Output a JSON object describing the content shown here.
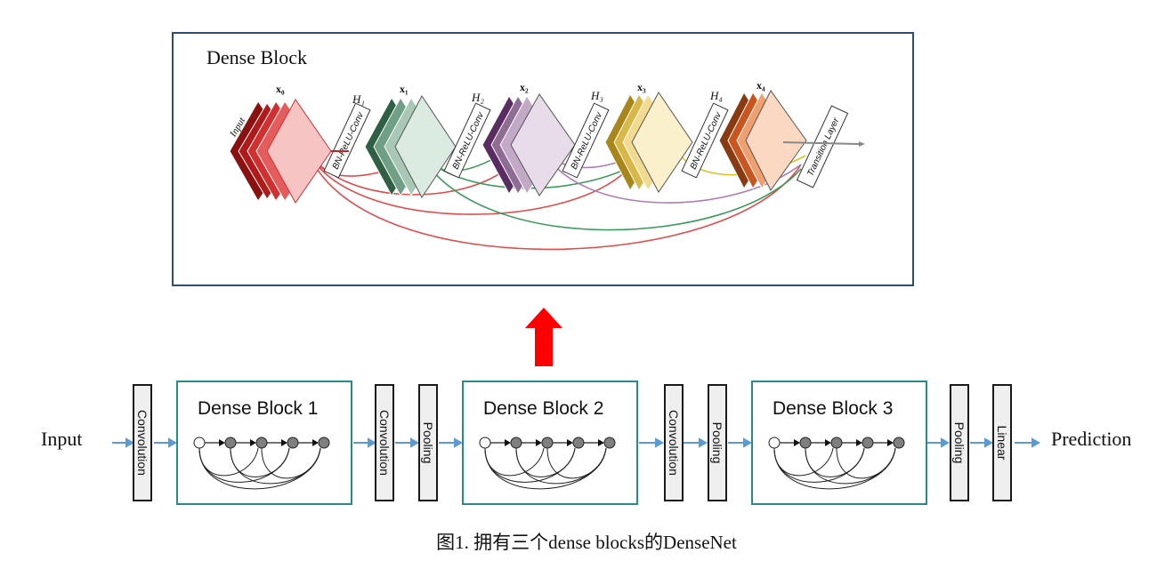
{
  "detail": {
    "title": "Dense Block",
    "input_label": "Input",
    "nodes": [
      "x₀",
      "x₁",
      "x₂",
      "x₃",
      "x₄"
    ],
    "ops": [
      "H₁",
      "H₂",
      "H₃",
      "H₄"
    ],
    "op_box_label": "BN-ReLU-Conv",
    "transition_label": "Transition Layer",
    "colors": [
      "#e24b4b",
      "#3d7a5c",
      "#7a4d7f",
      "#c79a1e",
      "#c9561e"
    ]
  },
  "pipeline": {
    "input_label": "Input",
    "output_label": "Prediction",
    "stages": [
      "Convolution",
      "Dense Block 1",
      "Convolution",
      "Pooling",
      "Dense Block 2",
      "Convolution",
      "Pooling",
      "Dense Block 3",
      "Pooling",
      "Linear"
    ],
    "arrow_color": "#5b9bd5",
    "block_border_color": "#2a8a88",
    "highlight_arrow_color": "#ff0000"
  },
  "caption": "图1. 拥有三个dense blocks的DenseNet"
}
